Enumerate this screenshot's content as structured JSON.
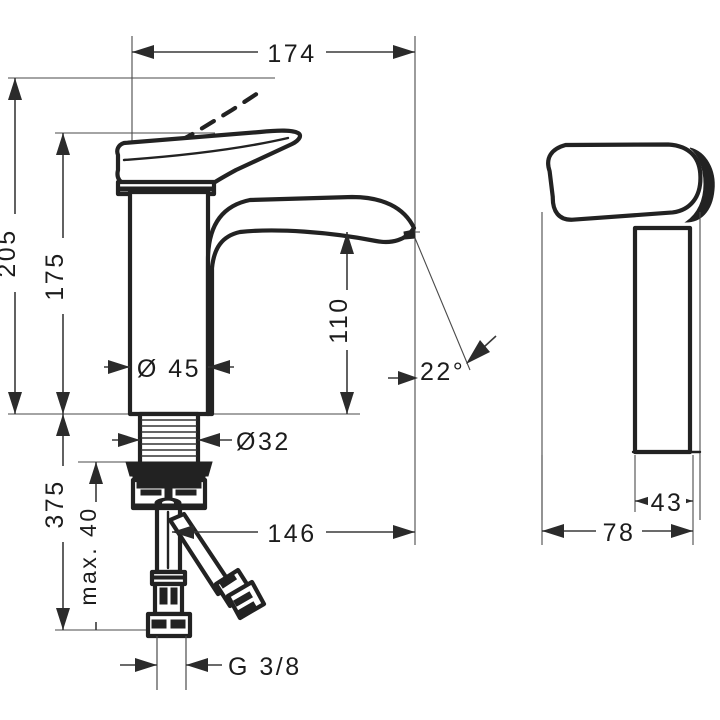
{
  "document": {
    "type": "technical-dimension-drawing",
    "subject": "single-lever basin mixer faucet",
    "units": "mm",
    "background_color": "#ffffff",
    "line_color": "#222222",
    "dimension_color": "#3a3a3a"
  },
  "views": {
    "side": {
      "name": "side-elevation-view",
      "label": ""
    },
    "front": {
      "name": "front-elevation-view",
      "label": ""
    }
  },
  "dimensions": {
    "overall_width": {
      "value": "174",
      "name": "dimension-174-overall-width",
      "orientation": "horizontal"
    },
    "overall_height": {
      "value": "205",
      "name": "dimension-205-overall-height",
      "orientation": "vertical"
    },
    "handle_height": {
      "value": "175",
      "name": "dimension-175-handle-height",
      "orientation": "vertical"
    },
    "spout_height": {
      "value": "110",
      "name": "dimension-110-spout-height",
      "orientation": "vertical"
    },
    "body_diameter": {
      "value": "Ø 45",
      "name": "dimension-diameter-45-body",
      "orientation": "horizontal"
    },
    "thread_diameter": {
      "value": "Ø32",
      "name": "dimension-diameter-32-thread",
      "orientation": "horizontal"
    },
    "total_depth": {
      "value": "375",
      "name": "dimension-375-total-depth",
      "orientation": "vertical"
    },
    "max_thickness": {
      "value": "max. 40",
      "name": "dimension-max-40-deck-thickness",
      "orientation": "vertical"
    },
    "supply_length": {
      "value": "146",
      "name": "dimension-146-supply-length",
      "orientation": "horizontal"
    },
    "connection_thread": {
      "value": "G 3/8",
      "name": "dimension-g38-connection-thread",
      "orientation": "horizontal"
    },
    "spout_angle": {
      "value": "22°",
      "name": "dimension-22-degree-spout-angle",
      "orientation": "angular"
    },
    "front_width": {
      "value": "78",
      "name": "dimension-78-front-width",
      "orientation": "horizontal"
    },
    "handle_width": {
      "value": "43",
      "name": "dimension-43-handle-width",
      "orientation": "horizontal"
    }
  }
}
